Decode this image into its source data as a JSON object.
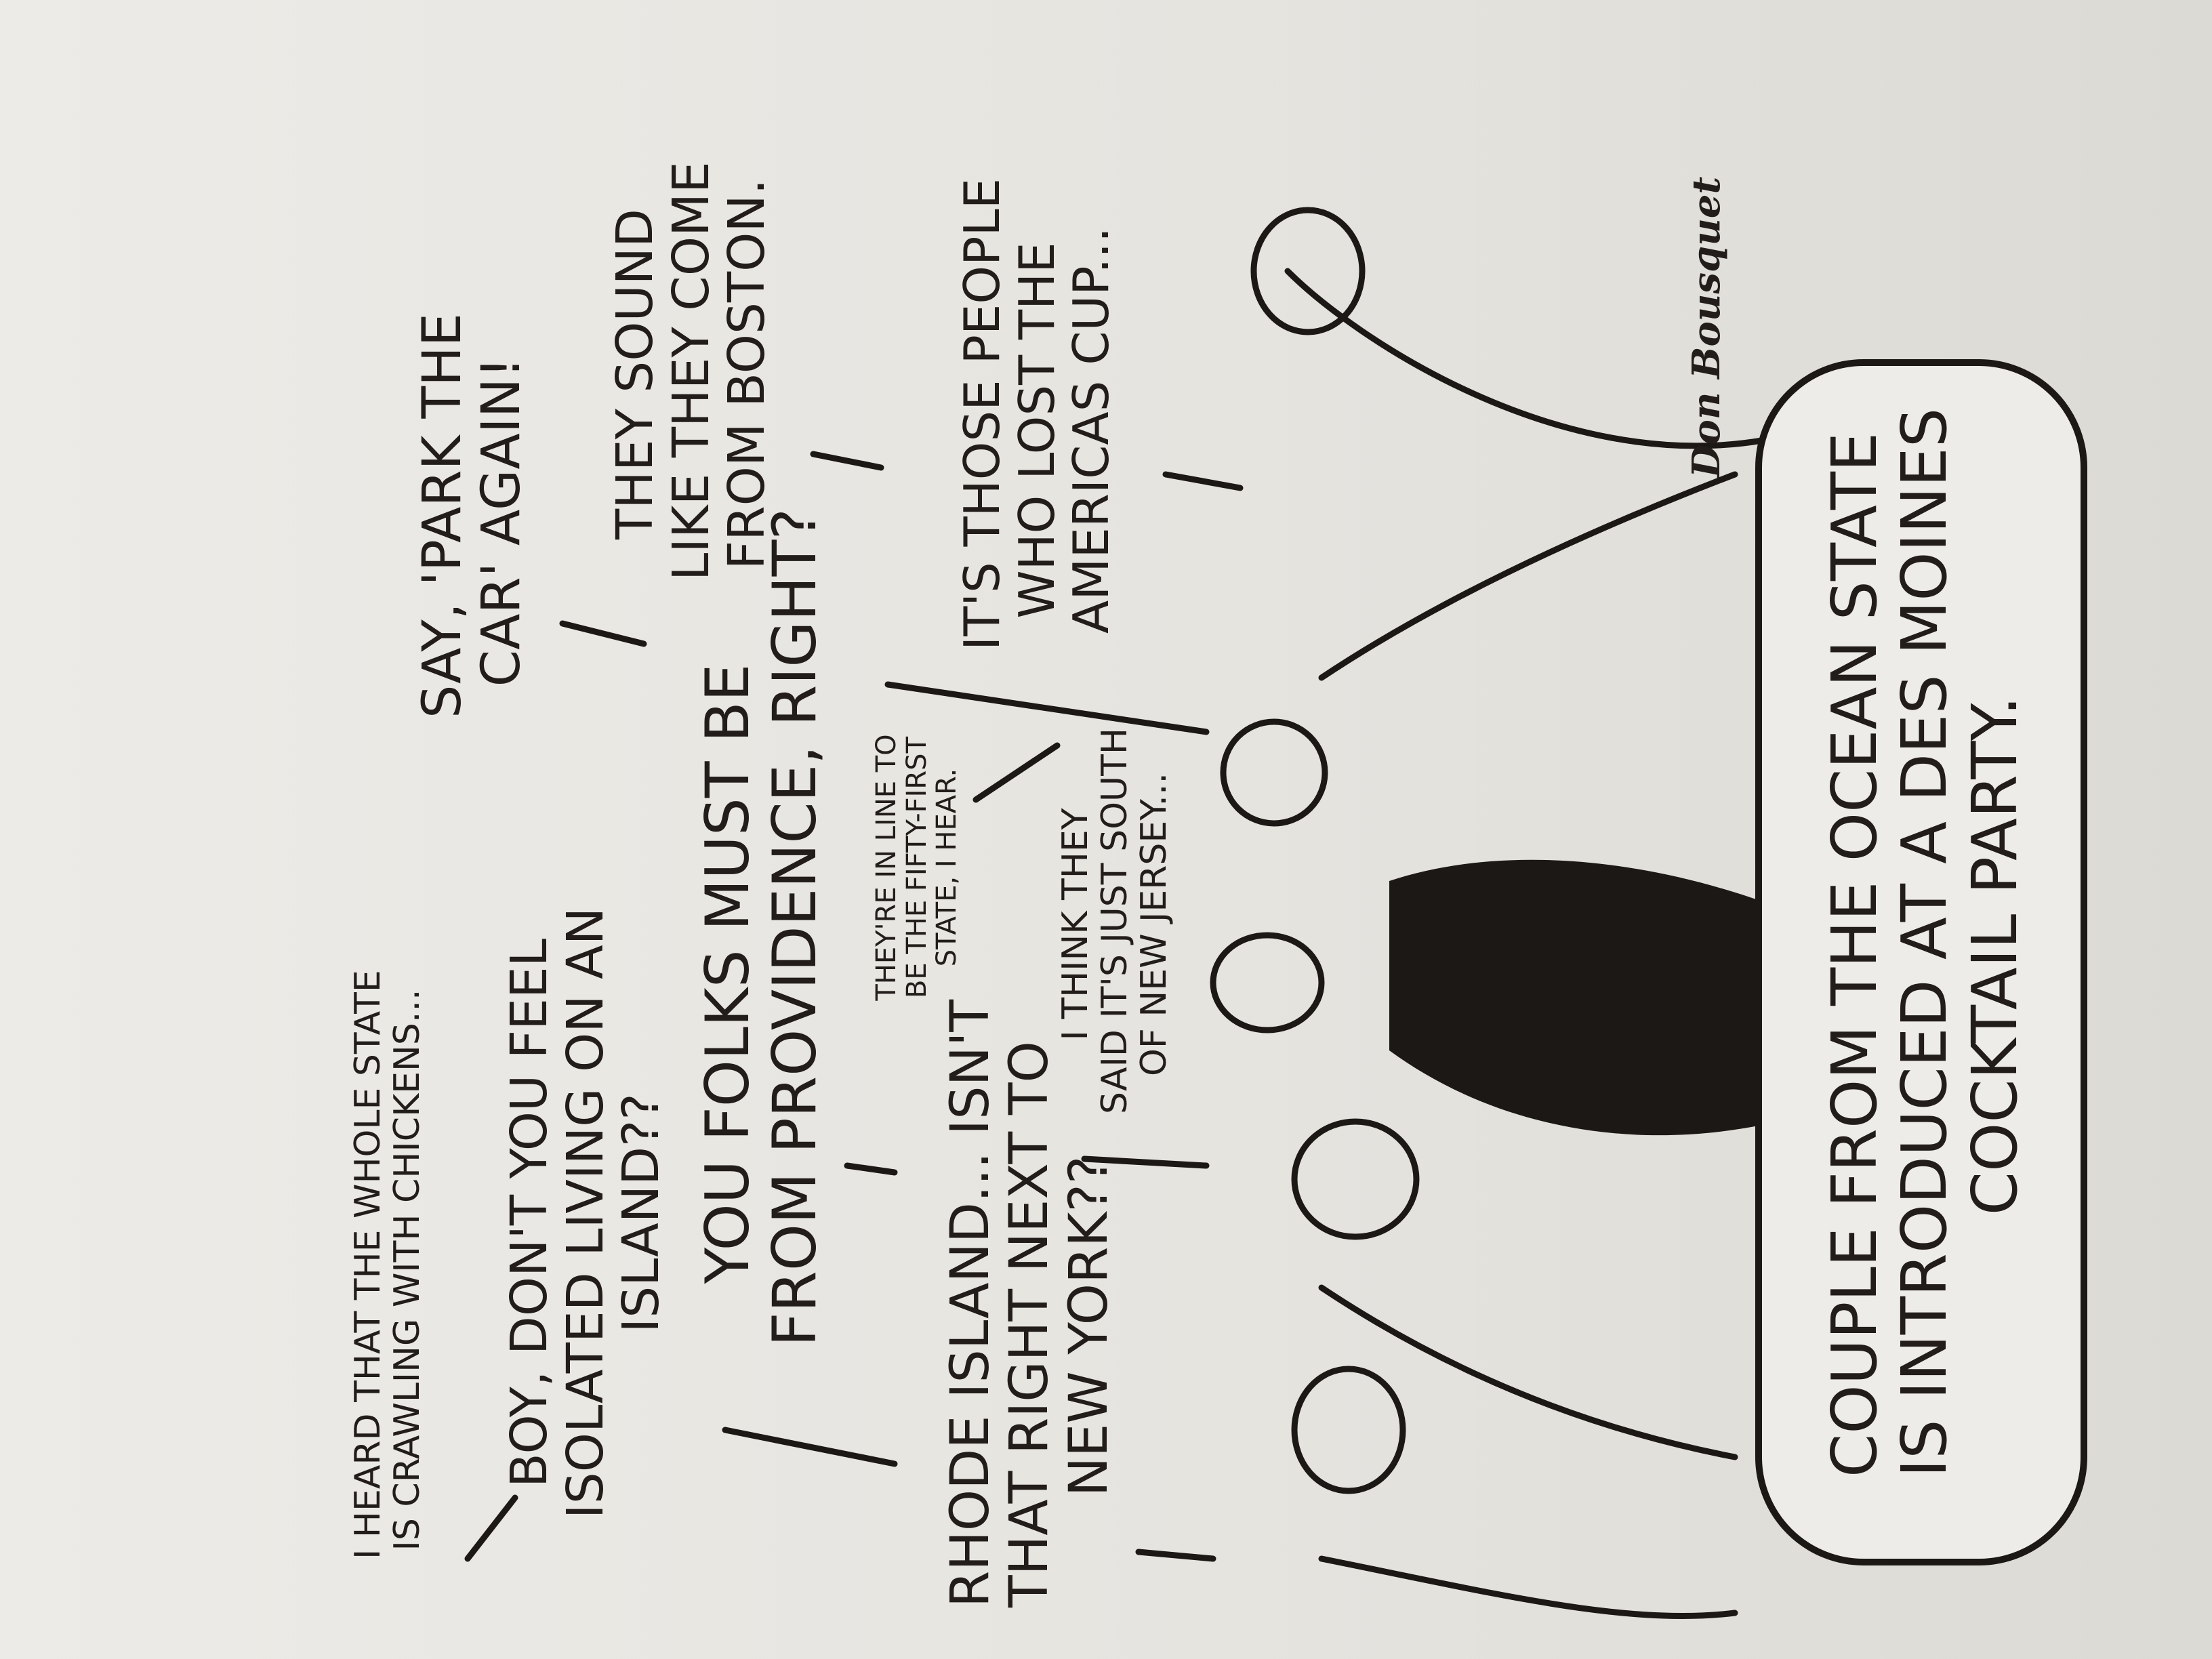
{
  "cartoon": {
    "bubbles": [
      {
        "id": "chickens",
        "lines": [
          "I heard that the whole state",
          "is crawling with chickens..."
        ]
      },
      {
        "id": "island",
        "lines": [
          "Boy, don't you feel",
          "isolated living on an",
          "island??"
        ]
      },
      {
        "id": "providence",
        "lines": [
          "You folks must be",
          "from Providence, right?"
        ]
      },
      {
        "id": "new-york",
        "lines": [
          "Rhode Island... isn't",
          "that right next to",
          "New York??"
        ]
      },
      {
        "id": "fifty-first",
        "lines": [
          "They're in line to",
          "be the fifty-first",
          "state, I hear."
        ]
      },
      {
        "id": "new-jersey",
        "lines": [
          "I think they",
          "said it's just south",
          "of New Jersey..."
        ]
      },
      {
        "id": "park-the-car",
        "lines": [
          "Say, 'Park the",
          "car' again!"
        ]
      },
      {
        "id": "boston",
        "lines": [
          "They sound",
          "like they come",
          "from Boston."
        ]
      },
      {
        "id": "americas-cup",
        "lines": [
          "It's those people",
          "who lost the",
          "Americas Cup..."
        ]
      }
    ],
    "caption": [
      "Couple from the Ocean State",
      "is introduced at a Des Moines",
      "cocktail party."
    ],
    "signature": "Don Bousquet",
    "ink_color": "#221d1a",
    "paper_color": "#e9e7e3"
  }
}
